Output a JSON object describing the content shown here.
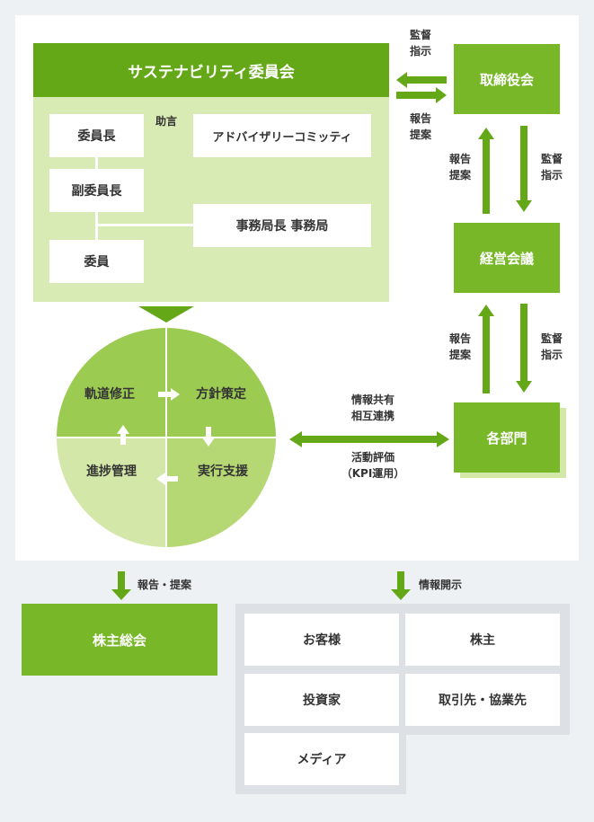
{
  "committee": {
    "title": "サステナビリティ委員会",
    "chair": "委員長",
    "vice_chair": "副委員長",
    "member": "委員",
    "advisory": "アドバイザリーコミッティ",
    "secretariat": "事務局長 事務局",
    "advice_label": "助言"
  },
  "board": {
    "name": "取締役会",
    "supervise_line1": "監督",
    "supervise_line2": "指示",
    "report_line1": "報告",
    "report_line2": "提案"
  },
  "management": {
    "name": "経営会議",
    "report_line1": "報告",
    "report_line2": "提案",
    "supervise_line1": "監督",
    "supervise_line2": "指示"
  },
  "departments": {
    "name": "各部門",
    "report_line1": "報告",
    "report_line2": "提案",
    "supervise_line1": "監督",
    "supervise_line2": "指示",
    "share_line1": "情報共有",
    "share_line2": "相互連携",
    "eval_line1": "活動評価",
    "eval_line2": "（KPI運用）"
  },
  "cycle": {
    "correct": "軌道修正",
    "policy": "方針策定",
    "progress": "進捗管理",
    "support": "実行支援"
  },
  "bottom": {
    "report_label": "報告・提案",
    "disclosure_label": "情報開示",
    "shareholders_meeting": "株主総会",
    "stakeholders": [
      "お客様",
      "株主",
      "投資家",
      "取引先・協業先",
      "メディア"
    ]
  },
  "colors": {
    "primary": "#64a818",
    "box": "#78b828",
    "light": "#d9ebb4",
    "quad_dark": "#9ccb52",
    "quad_mid": "#b6d874",
    "quad_light": "#d3e8a8"
  }
}
